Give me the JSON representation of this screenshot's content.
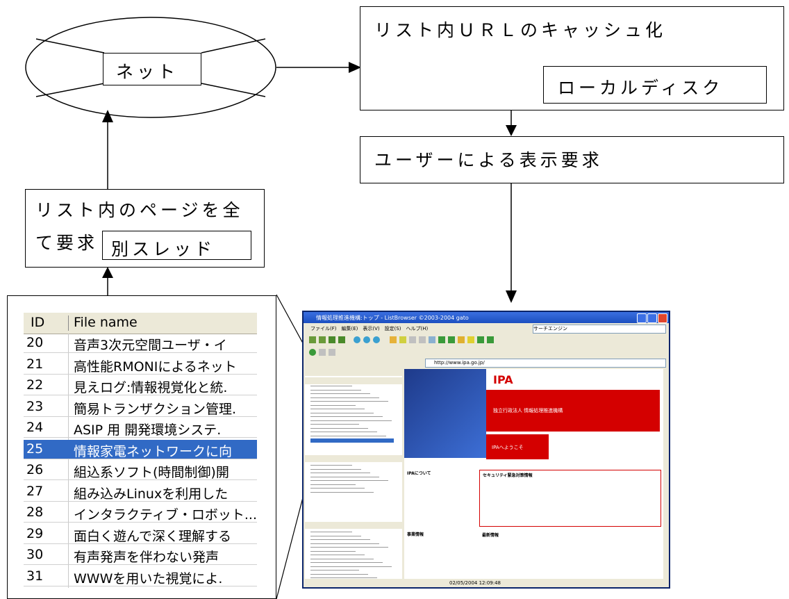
{
  "diagram": {
    "net_label": "ネット",
    "cache_title": "リスト内ＵＲＬのキャッシュ化",
    "local_disk": "ローカルディスク",
    "display_request": "ユーザーによる表示要求",
    "request_all": "リスト内のページを全",
    "request_all_2": "て要求",
    "separate_thread": "別スレッド"
  },
  "file_list": {
    "col_id": "ID",
    "col_name": "File name",
    "rows": [
      {
        "id": "20",
        "name": "音声3次元空間ユーザ・イ"
      },
      {
        "id": "21",
        "name": "高性能RMONIによるネット"
      },
      {
        "id": "22",
        "name": "見えログ:情報視覚化と統."
      },
      {
        "id": "23",
        "name": "簡易トランザクション管理."
      },
      {
        "id": "24",
        "name": "ASIP 用 開発環境システ."
      },
      {
        "id": "25",
        "name": "情報家電ネットワークに向"
      },
      {
        "id": "26",
        "name": "組込系ソフト(時間制御)開"
      },
      {
        "id": "27",
        "name": "組み込みLinuxを利用した"
      },
      {
        "id": "28",
        "name": "インタラクティブ・ロボット..."
      },
      {
        "id": "29",
        "name": "面白く遊んで深く理解する"
      },
      {
        "id": "30",
        "name": "有声発声を伴わない発声"
      },
      {
        "id": "31",
        "name": "WWWを用いた視覚によ."
      }
    ],
    "selected_id": "25"
  },
  "browser": {
    "title": "情報処理推進機構:トップ - ListBrowser ©2003-2004 gato",
    "address": "http://www.ipa.go.jp/",
    "logo_text": "IPA",
    "banner_text": "独立行政法人 情報処理推進機構",
    "welcome": "IPAへようこそ",
    "section_about": "IPAについて",
    "section_security": "セキュリティ緊急対策情報",
    "section_jobs": "事業情報",
    "section_news": "最新情報",
    "status": "02/05/2004 12:09:48",
    "colors": {
      "title_blue": "#1c4fc0",
      "ipa_red": "#d40000",
      "link_blue": "#1a3fa0"
    }
  }
}
